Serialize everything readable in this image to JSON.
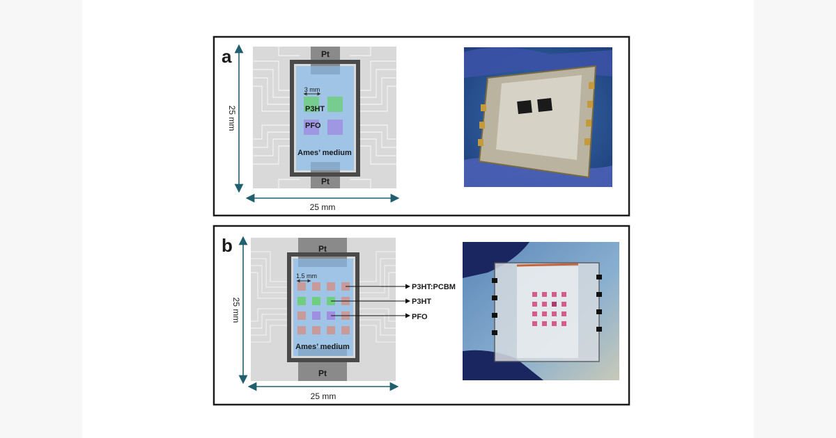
{
  "panel_a": {
    "letter": "a",
    "pt_top": "Pt",
    "pt_bottom": "Pt",
    "scale": "3 mm",
    "material_1": "P3HT",
    "material_2": "PFO",
    "medium": "Ames’ medium",
    "height_dim": "25 mm",
    "width_dim": "25 mm"
  },
  "panel_b": {
    "letter": "b",
    "pt_top": "Pt",
    "pt_bottom": "Pt",
    "scale": "1.5 mm",
    "callout_1": "P3HT:PCBM",
    "callout_2": "P3HT",
    "callout_3": "PFO",
    "medium": "Ames’ medium",
    "height_dim": "25 mm",
    "width_dim": "25 mm"
  },
  "colors": {
    "panel_border": "#1c1c1c",
    "dimension_arrow": "#1f5f6e",
    "electrode": "#8a8a8a",
    "chip": "#d4d4d4",
    "well_frame": "#4a4a4a",
    "medium": "#9fc4e6",
    "p3ht": "#6fcf7f",
    "pfo": "#a08fe0",
    "p3ht_pcbm": "#c99a9a",
    "glove": "#3a4fa8"
  }
}
